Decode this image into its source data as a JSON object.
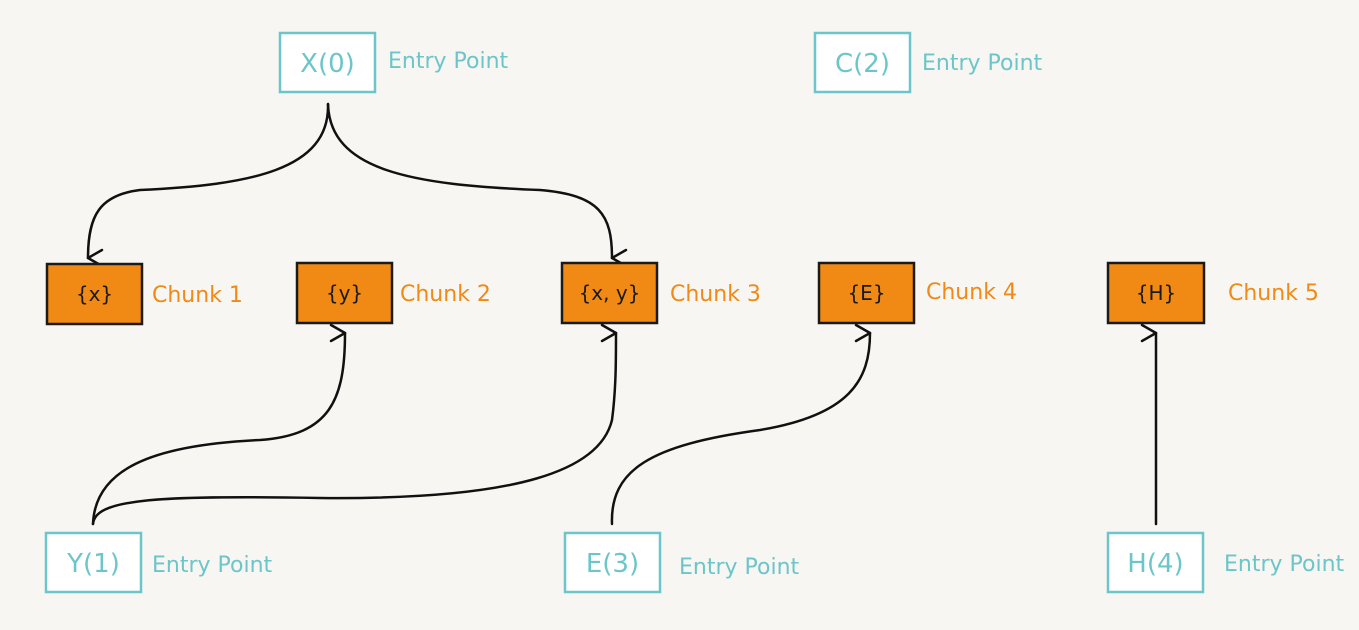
{
  "entry_points": [
    {
      "id": "x",
      "label": "X(0)",
      "caption": "Entry Point"
    },
    {
      "id": "c",
      "label": "C(2)",
      "caption": "Entry Point"
    },
    {
      "id": "y",
      "label": "Y(1)",
      "caption": "Entry Point"
    },
    {
      "id": "e",
      "label": "E(3)",
      "caption": "Entry Point"
    },
    {
      "id": "h",
      "label": "H(4)",
      "caption": "Entry Point"
    }
  ],
  "chunks": [
    {
      "id": "c1",
      "content": "{x}",
      "label": "Chunk 1"
    },
    {
      "id": "c2",
      "content": "{y}",
      "label": "Chunk 2"
    },
    {
      "id": "c3",
      "content": "{x, y}",
      "label": "Chunk 3"
    },
    {
      "id": "c4",
      "content": "{E}",
      "label": "Chunk 4"
    },
    {
      "id": "c5",
      "content": "{H}",
      "label": "Chunk 5"
    }
  ],
  "edges": [
    {
      "from": "X(0)",
      "to": "Chunk 1"
    },
    {
      "from": "X(0)",
      "to": "Chunk 3"
    },
    {
      "from": "Y(1)",
      "to": "Chunk 2"
    },
    {
      "from": "Y(1)",
      "to": "Chunk 3"
    },
    {
      "from": "E(3)",
      "to": "Chunk 4"
    },
    {
      "from": "H(4)",
      "to": "Chunk 5"
    }
  ],
  "colors": {
    "entry": "#6cc6c9",
    "chunk_fill": "#f08a14",
    "chunk_label": "#f08a14",
    "arrow": "#111111",
    "background": "#f7f6f2"
  }
}
